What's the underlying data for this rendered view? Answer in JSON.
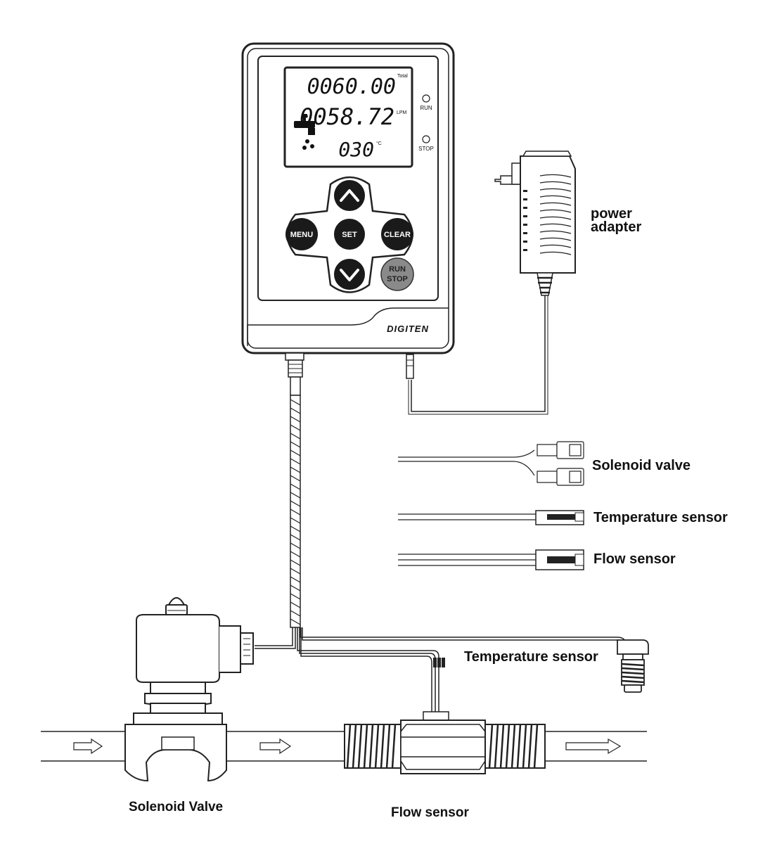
{
  "controller": {
    "lcd": {
      "total_value": "0060.00",
      "total_unit": "Total",
      "flow_value": "0058.72",
      "flow_unit": "LPM",
      "temp_value": "030",
      "temp_unit": "°C"
    },
    "indicators": {
      "run": "RUN",
      "stop": "STOP"
    },
    "buttons": {
      "menu": "MENU",
      "set": "SET",
      "clear": "CLEAR",
      "run_stop_line1": "RUN",
      "run_stop_line2": "STOP"
    },
    "brand": "DIGITEN"
  },
  "labels": {
    "power_adapter_line1": "power",
    "power_adapter_line2": "adapter",
    "legend_solenoid": "Solenoid valve",
    "legend_temperature": "Temperature sensor",
    "legend_flow": "Flow sensor",
    "temperature_sensor": "Temperature  sensor",
    "solenoid_valve": "Solenoid Valve",
    "flow_sensor": "Flow  sensor"
  },
  "icons": {
    "up": "chevron-up-icon",
    "down": "chevron-down-icon",
    "faucet": "faucet-icon",
    "flow_arrows": "arrow-right-icon"
  }
}
